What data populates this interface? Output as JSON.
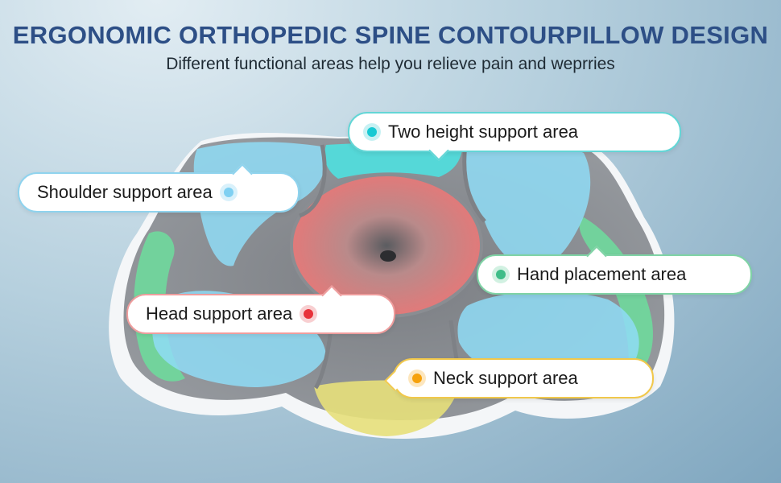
{
  "header": {
    "title": "ERGONOMIC ORTHOPEDIC SPINE CONTOURPILLOW DESIGN",
    "subtitle": "Different functional areas help you relieve pain and weprries"
  },
  "callouts": {
    "two_height": {
      "label": "Two height support area",
      "color": "#18c9d3"
    },
    "shoulder": {
      "label": "Shoulder support area",
      "color": "#7fd0f2"
    },
    "hand": {
      "label": "Hand placement area",
      "color": "#3fbd88"
    },
    "head": {
      "label": "Head support area",
      "color": "#e8323a"
    },
    "neck": {
      "label": "Neck support area",
      "color": "#f6a10c"
    }
  },
  "colors": {
    "title": "#2d4f86",
    "pillow_gray": "#8a8d92",
    "shoulder_zone": "#8fdcf6",
    "head_zone": "#e96b6b",
    "hand_zone": "#6fd99c",
    "neck_zone": "#e7e07a",
    "two_height_zone": "#4fe0df"
  }
}
